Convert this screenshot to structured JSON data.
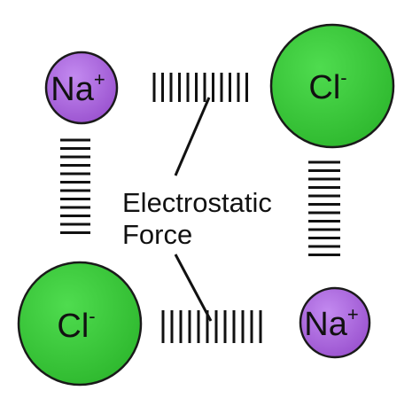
{
  "diagram": {
    "ions": {
      "na_top": {
        "symbol": "Na",
        "charge": "+"
      },
      "cl_top": {
        "symbol": "Cl",
        "charge": "-"
      },
      "cl_bottom": {
        "symbol": "Cl",
        "charge": "-"
      },
      "na_bottom": {
        "symbol": "Na",
        "charge": "+"
      }
    },
    "force_label": {
      "line1": "Electrostatic",
      "line2": "Force"
    },
    "colors": {
      "sodium_fill": "#a45fd6",
      "sodium_stroke": "#1a1a1a",
      "chlorine_fill": "#3ec93e",
      "chlorine_stroke": "#1a1a1a",
      "bond": "#111111",
      "text": "#111111"
    }
  }
}
